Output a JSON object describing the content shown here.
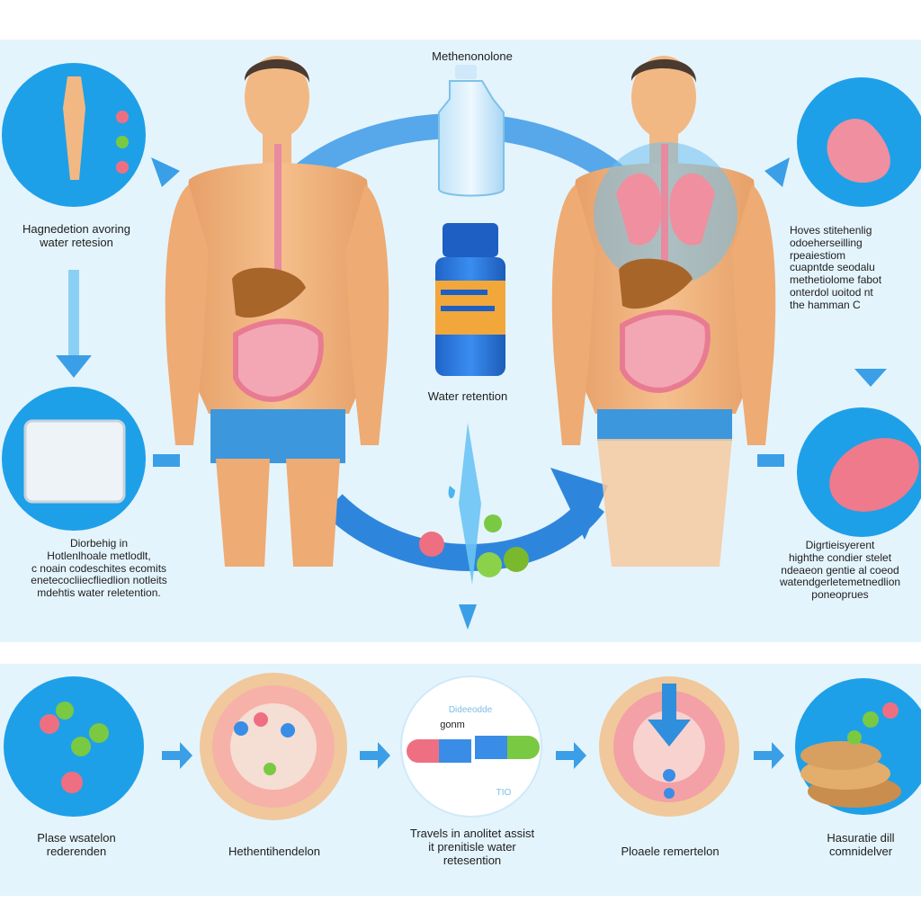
{
  "top": {
    "title": "Methenonolone",
    "left_label": [
      "Hagnedetion avoring",
      "water retesion"
    ],
    "center_label": "Water retention",
    "right_label": [
      "Hoves stitehenlig",
      "odoeherseilling",
      "rpeaiestiom",
      "cuapntde seodalu",
      "methetiolome fabot",
      "onterdol uoitod nt",
      "the hamman C"
    ],
    "left_bottom_label": [
      "Diorbehig in",
      "Hotlenlhoale metlodlt,",
      "c noain codeschites ecomits",
      "enetecocliiecfliedlion notleits",
      "mdehtis water reletention."
    ],
    "right_bottom_label": [
      "Digrtieisyerent",
      "highthe condier stelet",
      "ndeaeon gentie al coeod",
      "watendgerletemetnedlion",
      "poneoprues"
    ]
  },
  "bottom": {
    "steps": [
      {
        "label": [
          "Plase wsatelon",
          "rederenden"
        ]
      },
      {
        "label": [
          "Hethentihendelon"
        ]
      },
      {
        "label": [
          "Travels in anolitet assist",
          "it prenitisle water",
          "retesention"
        ],
        "badge": "Dideeodde",
        "sub": "gonm",
        "foot": "TIO"
      },
      {
        "label": [
          "Ploaele remertelon"
        ]
      },
      {
        "label": [
          "Hasuratie dill",
          "comnidelver"
        ]
      }
    ]
  },
  "colors": {
    "panel": "#e4f4fc",
    "accent": "#3a9fe6",
    "circle": "#1ea0e8",
    "skin": "#efb27c",
    "shorts": "#3d97dc",
    "liver": "#a8652a",
    "intestine": "#e87b92"
  }
}
